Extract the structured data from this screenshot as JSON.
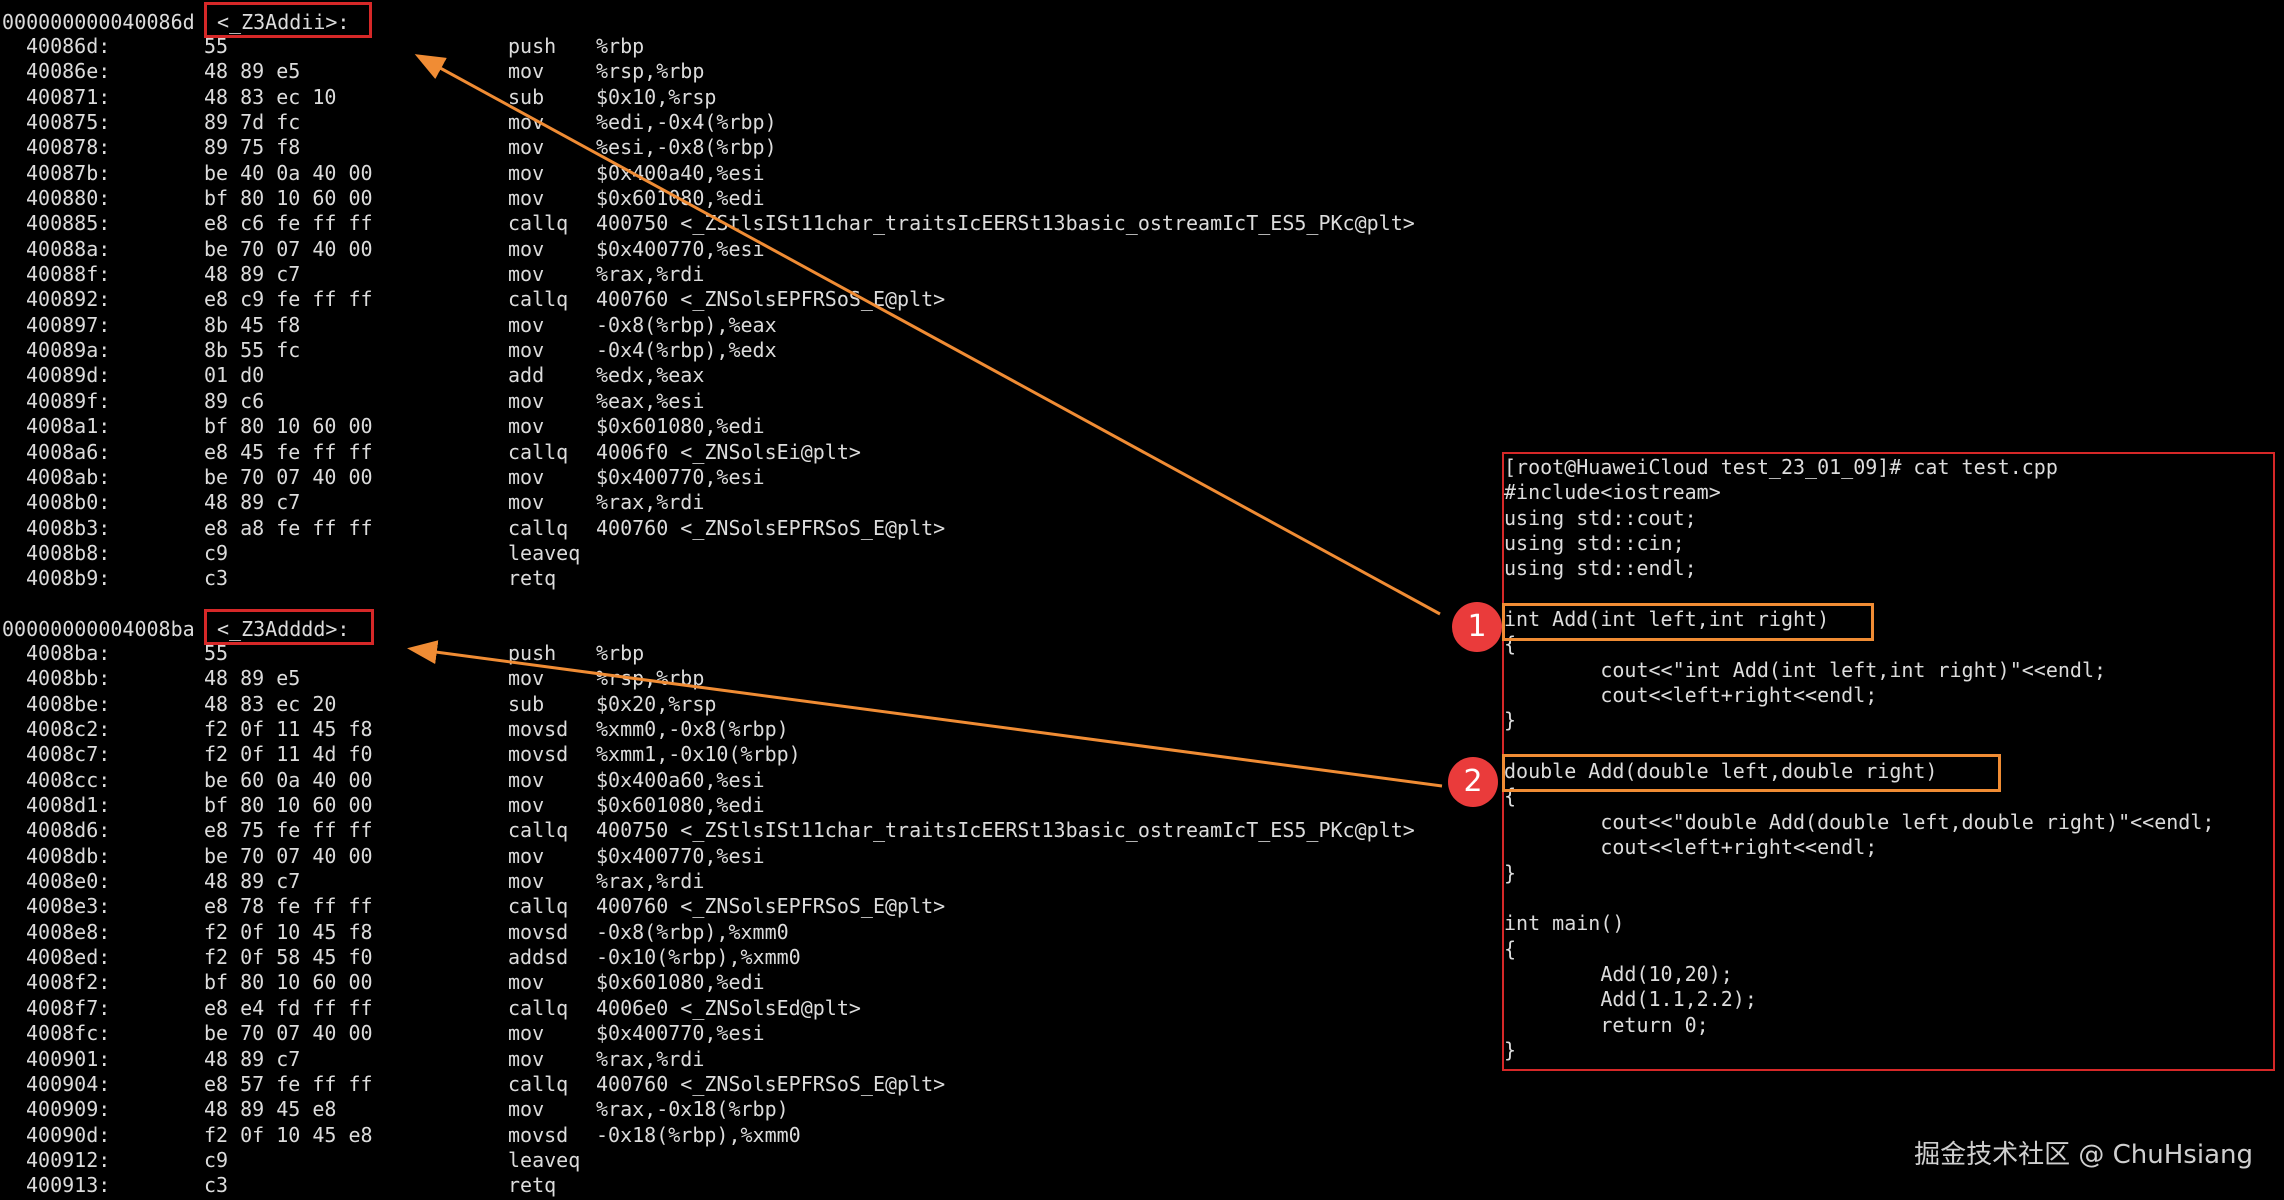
{
  "terminal": {
    "functions": [
      {
        "address": "000000000040086d",
        "label": "<_Z3Addii>:",
        "rows": [
          {
            "addr": "40086d:",
            "bytes": "55",
            "op": "push",
            "args": "%rbp"
          },
          {
            "addr": "40086e:",
            "bytes": "48 89 e5",
            "op": "mov",
            "args": "%rsp,%rbp"
          },
          {
            "addr": "400871:",
            "bytes": "48 83 ec 10",
            "op": "sub",
            "args": "$0x10,%rsp"
          },
          {
            "addr": "400875:",
            "bytes": "89 7d fc",
            "op": "mov",
            "args": "%edi,-0x4(%rbp)"
          },
          {
            "addr": "400878:",
            "bytes": "89 75 f8",
            "op": "mov",
            "args": "%esi,-0x8(%rbp)"
          },
          {
            "addr": "40087b:",
            "bytes": "be 40 0a 40 00",
            "op": "mov",
            "args": "$0x400a40,%esi"
          },
          {
            "addr": "400880:",
            "bytes": "bf 80 10 60 00",
            "op": "mov",
            "args": "$0x601080,%edi"
          },
          {
            "addr": "400885:",
            "bytes": "e8 c6 fe ff ff",
            "op": "callq",
            "args": "400750 <_ZStlsISt11char_traitsIcEERSt13basic_ostreamIcT_ES5_PKc@plt>"
          },
          {
            "addr": "40088a:",
            "bytes": "be 70 07 40 00",
            "op": "mov",
            "args": "$0x400770,%esi"
          },
          {
            "addr": "40088f:",
            "bytes": "48 89 c7",
            "op": "mov",
            "args": "%rax,%rdi"
          },
          {
            "addr": "400892:",
            "bytes": "e8 c9 fe ff ff",
            "op": "callq",
            "args": "400760 <_ZNSolsEPFRSoS_E@plt>"
          },
          {
            "addr": "400897:",
            "bytes": "8b 45 f8",
            "op": "mov",
            "args": "-0x8(%rbp),%eax"
          },
          {
            "addr": "40089a:",
            "bytes": "8b 55 fc",
            "op": "mov",
            "args": "-0x4(%rbp),%edx"
          },
          {
            "addr": "40089d:",
            "bytes": "01 d0",
            "op": "add",
            "args": "%edx,%eax"
          },
          {
            "addr": "40089f:",
            "bytes": "89 c6",
            "op": "mov",
            "args": "%eax,%esi"
          },
          {
            "addr": "4008a1:",
            "bytes": "bf 80 10 60 00",
            "op": "mov",
            "args": "$0x601080,%edi"
          },
          {
            "addr": "4008a6:",
            "bytes": "e8 45 fe ff ff",
            "op": "callq",
            "args": "4006f0 <_ZNSolsEi@plt>"
          },
          {
            "addr": "4008ab:",
            "bytes": "be 70 07 40 00",
            "op": "mov",
            "args": "$0x400770,%esi"
          },
          {
            "addr": "4008b0:",
            "bytes": "48 89 c7",
            "op": "mov",
            "args": "%rax,%rdi"
          },
          {
            "addr": "4008b3:",
            "bytes": "e8 a8 fe ff ff",
            "op": "callq",
            "args": "400760 <_ZNSolsEPFRSoS_E@plt>"
          },
          {
            "addr": "4008b8:",
            "bytes": "c9",
            "op": "leaveq",
            "args": ""
          },
          {
            "addr": "4008b9:",
            "bytes": "c3",
            "op": "retq",
            "args": ""
          }
        ]
      },
      {
        "address": "00000000004008ba",
        "label": "<_Z3Adddd>:",
        "rows": [
          {
            "addr": "4008ba:",
            "bytes": "55",
            "op": "push",
            "args": "%rbp"
          },
          {
            "addr": "4008bb:",
            "bytes": "48 89 e5",
            "op": "mov",
            "args": "%rsp,%rbp"
          },
          {
            "addr": "4008be:",
            "bytes": "48 83 ec 20",
            "op": "sub",
            "args": "$0x20,%rsp"
          },
          {
            "addr": "4008c2:",
            "bytes": "f2 0f 11 45 f8",
            "op": "movsd",
            "args": "%xmm0,-0x8(%rbp)"
          },
          {
            "addr": "4008c7:",
            "bytes": "f2 0f 11 4d f0",
            "op": "movsd",
            "args": "%xmm1,-0x10(%rbp)"
          },
          {
            "addr": "4008cc:",
            "bytes": "be 60 0a 40 00",
            "op": "mov",
            "args": "$0x400a60,%esi"
          },
          {
            "addr": "4008d1:",
            "bytes": "bf 80 10 60 00",
            "op": "mov",
            "args": "$0x601080,%edi"
          },
          {
            "addr": "4008d6:",
            "bytes": "e8 75 fe ff ff",
            "op": "callq",
            "args": "400750 <_ZStlsISt11char_traitsIcEERSt13basic_ostreamIcT_ES5_PKc@plt>"
          },
          {
            "addr": "4008db:",
            "bytes": "be 70 07 40 00",
            "op": "mov",
            "args": "$0x400770,%esi"
          },
          {
            "addr": "4008e0:",
            "bytes": "48 89 c7",
            "op": "mov",
            "args": "%rax,%rdi"
          },
          {
            "addr": "4008e3:",
            "bytes": "e8 78 fe ff ff",
            "op": "callq",
            "args": "400760 <_ZNSolsEPFRSoS_E@plt>"
          },
          {
            "addr": "4008e8:",
            "bytes": "f2 0f 10 45 f8",
            "op": "movsd",
            "args": "-0x8(%rbp),%xmm0"
          },
          {
            "addr": "4008ed:",
            "bytes": "f2 0f 58 45 f0",
            "op": "addsd",
            "args": "-0x10(%rbp),%xmm0"
          },
          {
            "addr": "4008f2:",
            "bytes": "bf 80 10 60 00",
            "op": "mov",
            "args": "$0x601080,%edi"
          },
          {
            "addr": "4008f7:",
            "bytes": "e8 e4 fd ff ff",
            "op": "callq",
            "args": "4006e0 <_ZNSolsEd@plt>"
          },
          {
            "addr": "4008fc:",
            "bytes": "be 70 07 40 00",
            "op": "mov",
            "args": "$0x400770,%esi"
          },
          {
            "addr": "400901:",
            "bytes": "48 89 c7",
            "op": "mov",
            "args": "%rax,%rdi"
          },
          {
            "addr": "400904:",
            "bytes": "e8 57 fe ff ff",
            "op": "callq",
            "args": "400760 <_ZNSolsEPFRSoS_E@plt>"
          },
          {
            "addr": "400909:",
            "bytes": "48 89 45 e8",
            "op": "mov",
            "args": "%rax,-0x18(%rbp)"
          },
          {
            "addr": "40090d:",
            "bytes": "f2 0f 10 45 e8",
            "op": "movsd",
            "args": "-0x18(%rbp),%xmm0"
          },
          {
            "addr": "400912:",
            "bytes": "c9",
            "op": "leaveq",
            "args": ""
          },
          {
            "addr": "400913:",
            "bytes": "c3",
            "op": "retq",
            "args": ""
          }
        ]
      }
    ]
  },
  "source_panel": {
    "lines": [
      "[root@HuaweiCloud test_23_01_09]# cat test.cpp",
      "#include<iostream>",
      "using std::cout;",
      "using std::cin;",
      "using std::endl;",
      "",
      "int Add(int left,int right)",
      "{",
      "        cout<<\"int Add(int left,int right)\"<<endl;",
      "        cout<<left+right<<endl;",
      "}",
      "",
      "double Add(double left,double right)",
      "{",
      "        cout<<\"double Add(double left,double right)\"<<endl;",
      "        cout<<left+right<<endl;",
      "}",
      "",
      "int main()",
      "{",
      "        Add(10,20);",
      "        Add(1.1,2.2);",
      "        return 0;",
      "}"
    ]
  },
  "annotations": {
    "badge1": "1",
    "badge2": "2",
    "arrow_color": "#f08c34",
    "box_color": "#d62828"
  },
  "watermark": "掘金技术社区 @ ChuHsiang"
}
